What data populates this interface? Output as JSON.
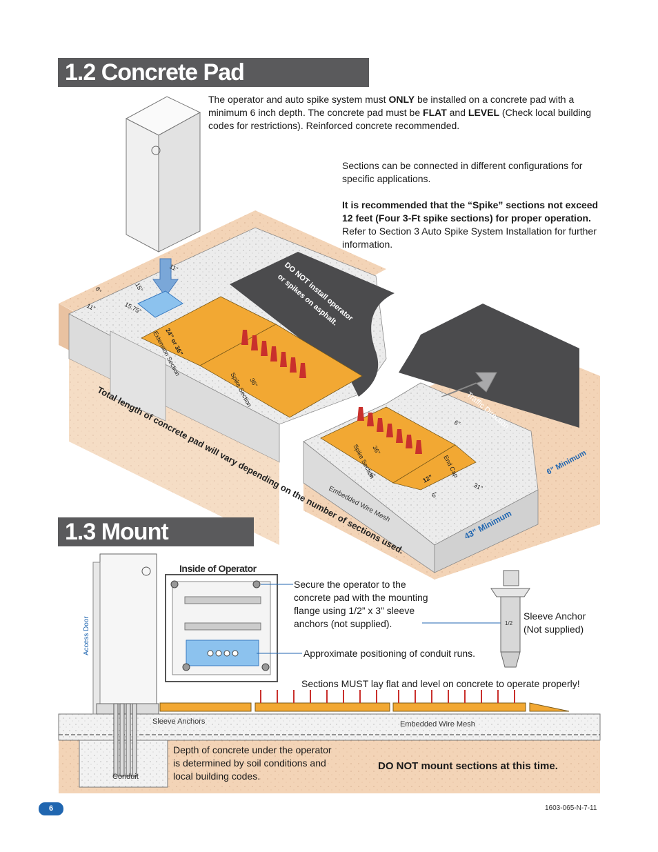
{
  "section_12": {
    "title": "1.2 Concrete Pad Requirements",
    "intro": {
      "p1": "The operator and auto spike system must ",
      "only": "ONLY",
      "p2": " be installed on a concrete pad with a minimum 6 inch depth. The concrete pad must be ",
      "flat": "FLAT",
      "p3": " and ",
      "level": "LEVEL",
      "p4": " (Check local building codes for restrictions). Reinforced concrete recommended."
    },
    "configurations": "Sections can be connected in different configurations for specific applications.",
    "recommendation_bold": "It is recommended that the “Spike” sections not exceed 12 feet (Four 3-Ft spike sections) for proper operation.",
    "recommendation_rest": "Refer to Section 3 Auto Spike System Installation for further information.",
    "diagram": {
      "asphalt_warning_1": "DO NOT install operator",
      "asphalt_warning_2": "or spikes on asphalt.",
      "traffic_direction": "Traffic Direction",
      "dim_11": "11”",
      "dim_15": "15”",
      "dim_6": "6”",
      "dim_11b": "11”",
      "dim_1575": "15.75”",
      "extension_dim": "24” or 36”",
      "extension_label": "Extension Section",
      "spike_dim_1": "36”",
      "spike_label_1": "Spike Section",
      "spike_dim_2": "36”",
      "spike_label_2": "Spike Section",
      "end_cap_label": "End Cap",
      "dim_6a": "6”",
      "dim_6b": "6”",
      "dim_6c": "6”",
      "dim_12": "12”",
      "dim_31": "31”",
      "wire_mesh": "Embedded Wire Mesh",
      "six_minimum": "6” Minimum",
      "fortythree_minimum": "43” Minimum",
      "total_length": "Total length of concrete pad will vary depending on the number of sections used."
    }
  },
  "section_13": {
    "title": "1.3 Mount Operator",
    "inside_operator": "Inside of Operator",
    "access_door": "Access Door",
    "secure_note": "Secure the operator to the concrete pad with the mounting flange using 1/2” x 3” sleeve anchors (not supplied).",
    "conduit_note": "Approximate positioning of conduit runs.",
    "sleeve_anchor_label_1": "Sleeve Anchor",
    "sleeve_anchor_label_2": "(Not supplied)",
    "anchor_size": "1/2",
    "sections_flat_note": "Sections MUST lay flat and level on concrete to operate properly!",
    "sleeve_anchors": "Sleeve Anchors",
    "embedded_wire_mesh": "Embedded Wire Mesh",
    "depth_note": "Depth of concrete under the operator is determined by soil conditions and local building codes.",
    "conduit": "Conduit",
    "do_not_mount": "DO NOT mount sections at this time."
  },
  "footer": {
    "page_number": "6",
    "doc_code": "1603-065-N-7-11"
  },
  "colors": {
    "heading_bg": "#5a5a5c",
    "spike_orange": "#f2a833",
    "soil": "#f2d3b6",
    "concrete": "#e6e6e6",
    "asphalt": "#4b4b4d",
    "accent_blue": "#2066b0"
  }
}
